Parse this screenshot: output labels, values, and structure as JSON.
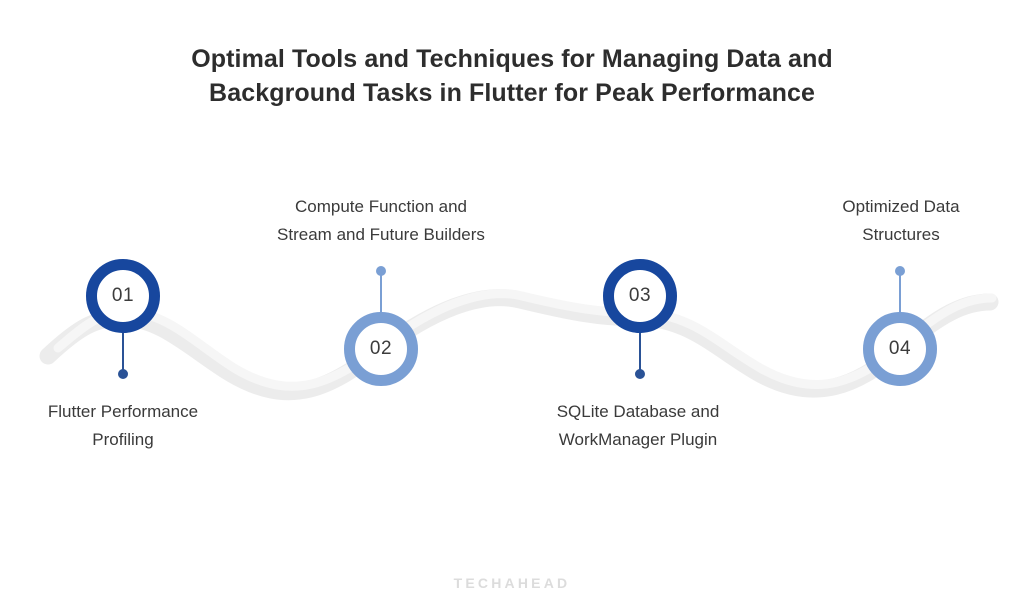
{
  "title": {
    "line1": "Optimal Tools and Techniques for Managing Data and",
    "line2": "Background Tasks in Flutter for Peak Performance"
  },
  "colors": {
    "dark_blue": "#17479e",
    "light_blue": "#7a9fd4",
    "connector_dark": "#2a5296",
    "wave_gray": "#ececec",
    "text_dark": "#2d2d2d",
    "text_body": "#3a3a3a",
    "watermark": "#dcdcdc",
    "background": "#ffffff"
  },
  "steps": [
    {
      "number": "01",
      "style": "dark",
      "caption_position": "below",
      "caption_line1": "Flutter Performance",
      "caption_line2": "Profiling"
    },
    {
      "number": "02",
      "style": "light",
      "caption_position": "above",
      "caption_line1": "Compute Function and",
      "caption_line2": "Stream and Future Builders"
    },
    {
      "number": "03",
      "style": "dark",
      "caption_position": "below",
      "caption_line1": "SQLite Database and",
      "caption_line2": "WorkManager Plugin"
    },
    {
      "number": "04",
      "style": "light",
      "caption_position": "above",
      "caption_line1": "Optimized Data",
      "caption_line2": "Structures"
    }
  ],
  "watermark": {
    "text": "TECHAHEAD"
  }
}
